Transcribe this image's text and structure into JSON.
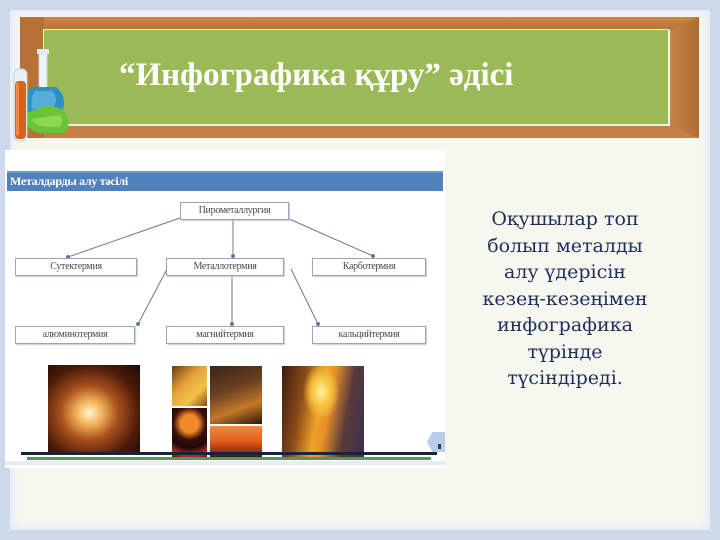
{
  "slide": {
    "title": "“Инфографика құру” әдісі",
    "colors": {
      "background": "#cdd8ea",
      "slide": "#f6f8f0",
      "board_frame": "#c47f44",
      "board_green": "#9aba58",
      "title_text": "#ffffff",
      "description_text": "#1f2d5a",
      "infographic_header": "#4f81bd"
    },
    "icons": {
      "lab": "lab-flask-test-tube-icon"
    }
  },
  "infographic": {
    "header": "Металдарды алу тәсілі",
    "root": "Пирометаллургия",
    "level1": [
      "Сутектермия",
      "Металлотермия",
      "Карботермия"
    ],
    "level2": [
      "алюминотермия",
      "магнийтермия",
      "кальцийтермия"
    ],
    "photos": [
      "furnace-sparks-photo",
      "molten-metal-collage-photo",
      "pouring-molten-metal-photo"
    ]
  },
  "description": {
    "text": "Оқушылар топ\nболып металды\nалу үдерісін\nкезең-кезеңімен\nинфографика\nтүрінде\nтүсіндіреді."
  }
}
